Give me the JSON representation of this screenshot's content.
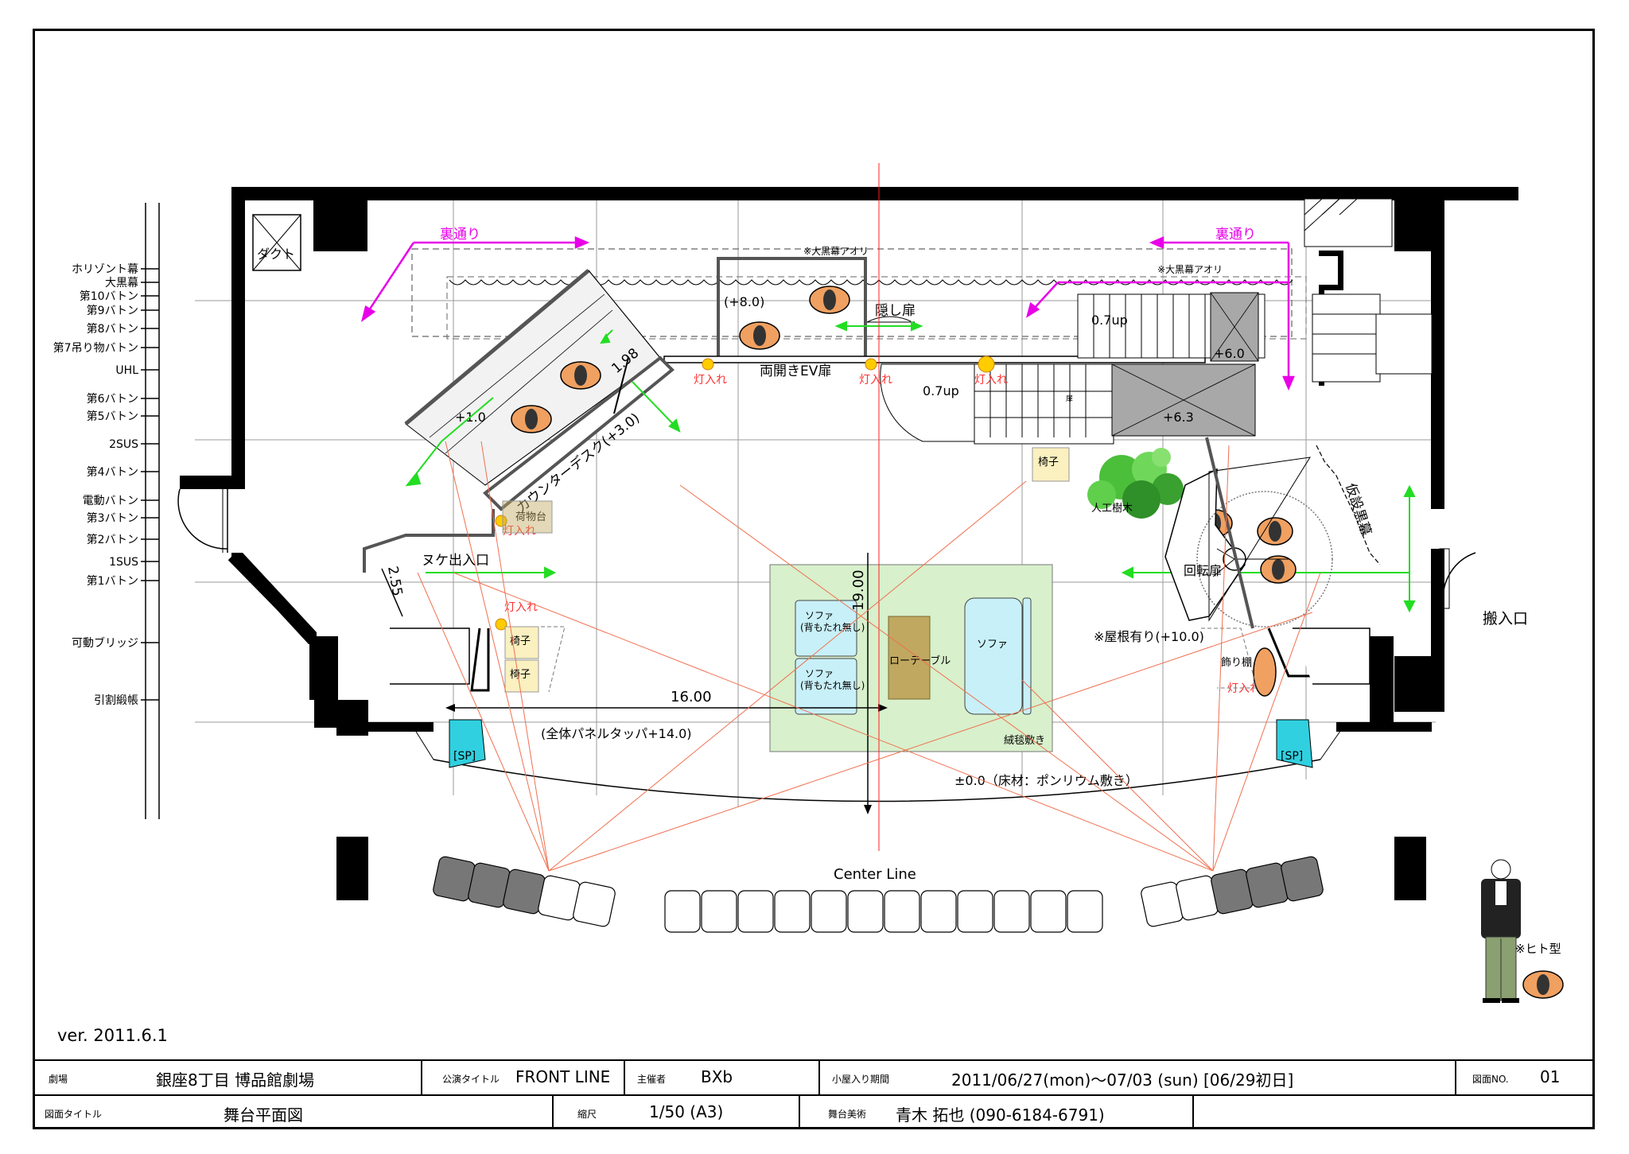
{
  "version": "ver. 2011.6.1",
  "plan": {
    "labels": {
      "duct": "ダクト",
      "back_passage": "裏通り",
      "black_curtain_aori": "※大黒幕アオリ",
      "hidden_door": "隠し扉",
      "ev_door": "両開きEV扉",
      "light_in": "灯入れ",
      "up_07": "0.7up",
      "plus_6_0": "+6.0",
      "plus_6_3": "+6.3",
      "plus_8_0": "(+8.0)",
      "plus_1_0": "+1.0",
      "counter_desk": "カウンターデスク(+3.0)",
      "dim_198": "1.98",
      "chair": "椅子",
      "artificial_tree": "人工樹木",
      "cyclorama": "仮設黒幕",
      "rotating_door": "回転扉",
      "cargo_table": "荷物台",
      "nuke_entrance": "ヌケ出入口",
      "dim_255": "2.55",
      "dim_1900": "19.00",
      "sofa_no_back": "ソファ\n(背もたれ無し)",
      "low_table": "ローテーブル",
      "sofa": "ソファ",
      "with_roof": "※屋根有り(+10.0)",
      "deco_shelf": "飾り棚",
      "loading_entrance": "搬入口",
      "dim_1600": "16.00",
      "panel_tapper": "(全体パネルタッパ+14.0)",
      "carpet": "絨毯敷き",
      "floor_note": "±0.0（床材：ポンリウム敷き）",
      "speaker": "[SP]",
      "center_line": "Center Line",
      "human_figure": "※ヒト型",
      "small_mark": "扉"
    },
    "batten_labels": [
      "ホリゾント幕",
      "大黒幕",
      "第10バトン",
      "第9バトン",
      "第8バトン",
      "第7吊り物バトン",
      "UHL",
      "第6バトン",
      "第5バトン",
      "2SUS",
      "第4バトン",
      "電動バトン",
      "第3バトン",
      "第2バトン",
      "1SUS",
      "第1バトン",
      "可動ブリッジ",
      "引割緞帳"
    ]
  },
  "title_block": {
    "row1": {
      "theatre_label": "劇場",
      "theatre": "銀座8丁目  博品館劇場",
      "show_title_label": "公演タイトル",
      "show_title": "FRONT LINE",
      "organizer_label": "主催者",
      "organizer": "BXb",
      "period_label": "小屋入り期間",
      "period": "2011/06/27(mon)〜07/03 (sun)    [06/29初日]",
      "drawing_no_label": "図面NO.",
      "drawing_no": "01"
    },
    "row2": {
      "drawing_title_label": "図面タイトル",
      "drawing_title": "舞台平面図",
      "scale_label": "縮尺",
      "scale": "1/50    (A3)",
      "designer_label": "舞台美術",
      "designer": "青木 拓也 (090-6184-6791)"
    }
  },
  "colors": {
    "wall": "#000000",
    "grid": "#9a9a9a",
    "magenta": "#e800e8",
    "green": "#22dd22",
    "red_line": "#ff2020",
    "sight_line": "#f07050",
    "carpet": "#d8f0cc",
    "sofa_blue": "#c8f0f8",
    "table_brown": "#c0a860",
    "chair_yellow": "#faf0c0",
    "eye_orange": "#f0a060",
    "speaker_cyan": "#30d0e0",
    "platform_gray": "#a8a8a8",
    "seat_dark": "#777777"
  }
}
